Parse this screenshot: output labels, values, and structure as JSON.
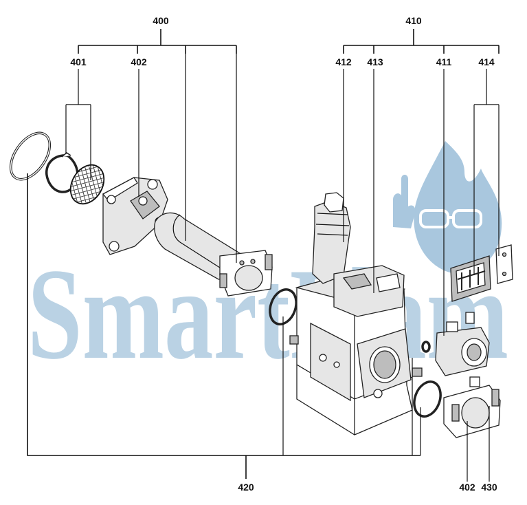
{
  "watermark": {
    "text": "SmartFlam",
    "color": "#a9c7de"
  },
  "labels": {
    "l400": "400",
    "l401": "401",
    "l402_top": "402",
    "l410": "410",
    "l412": "412",
    "l413": "413",
    "l411": "411",
    "l414": "414",
    "l420": "420",
    "l402_bottom": "402",
    "l430": "430"
  }
}
